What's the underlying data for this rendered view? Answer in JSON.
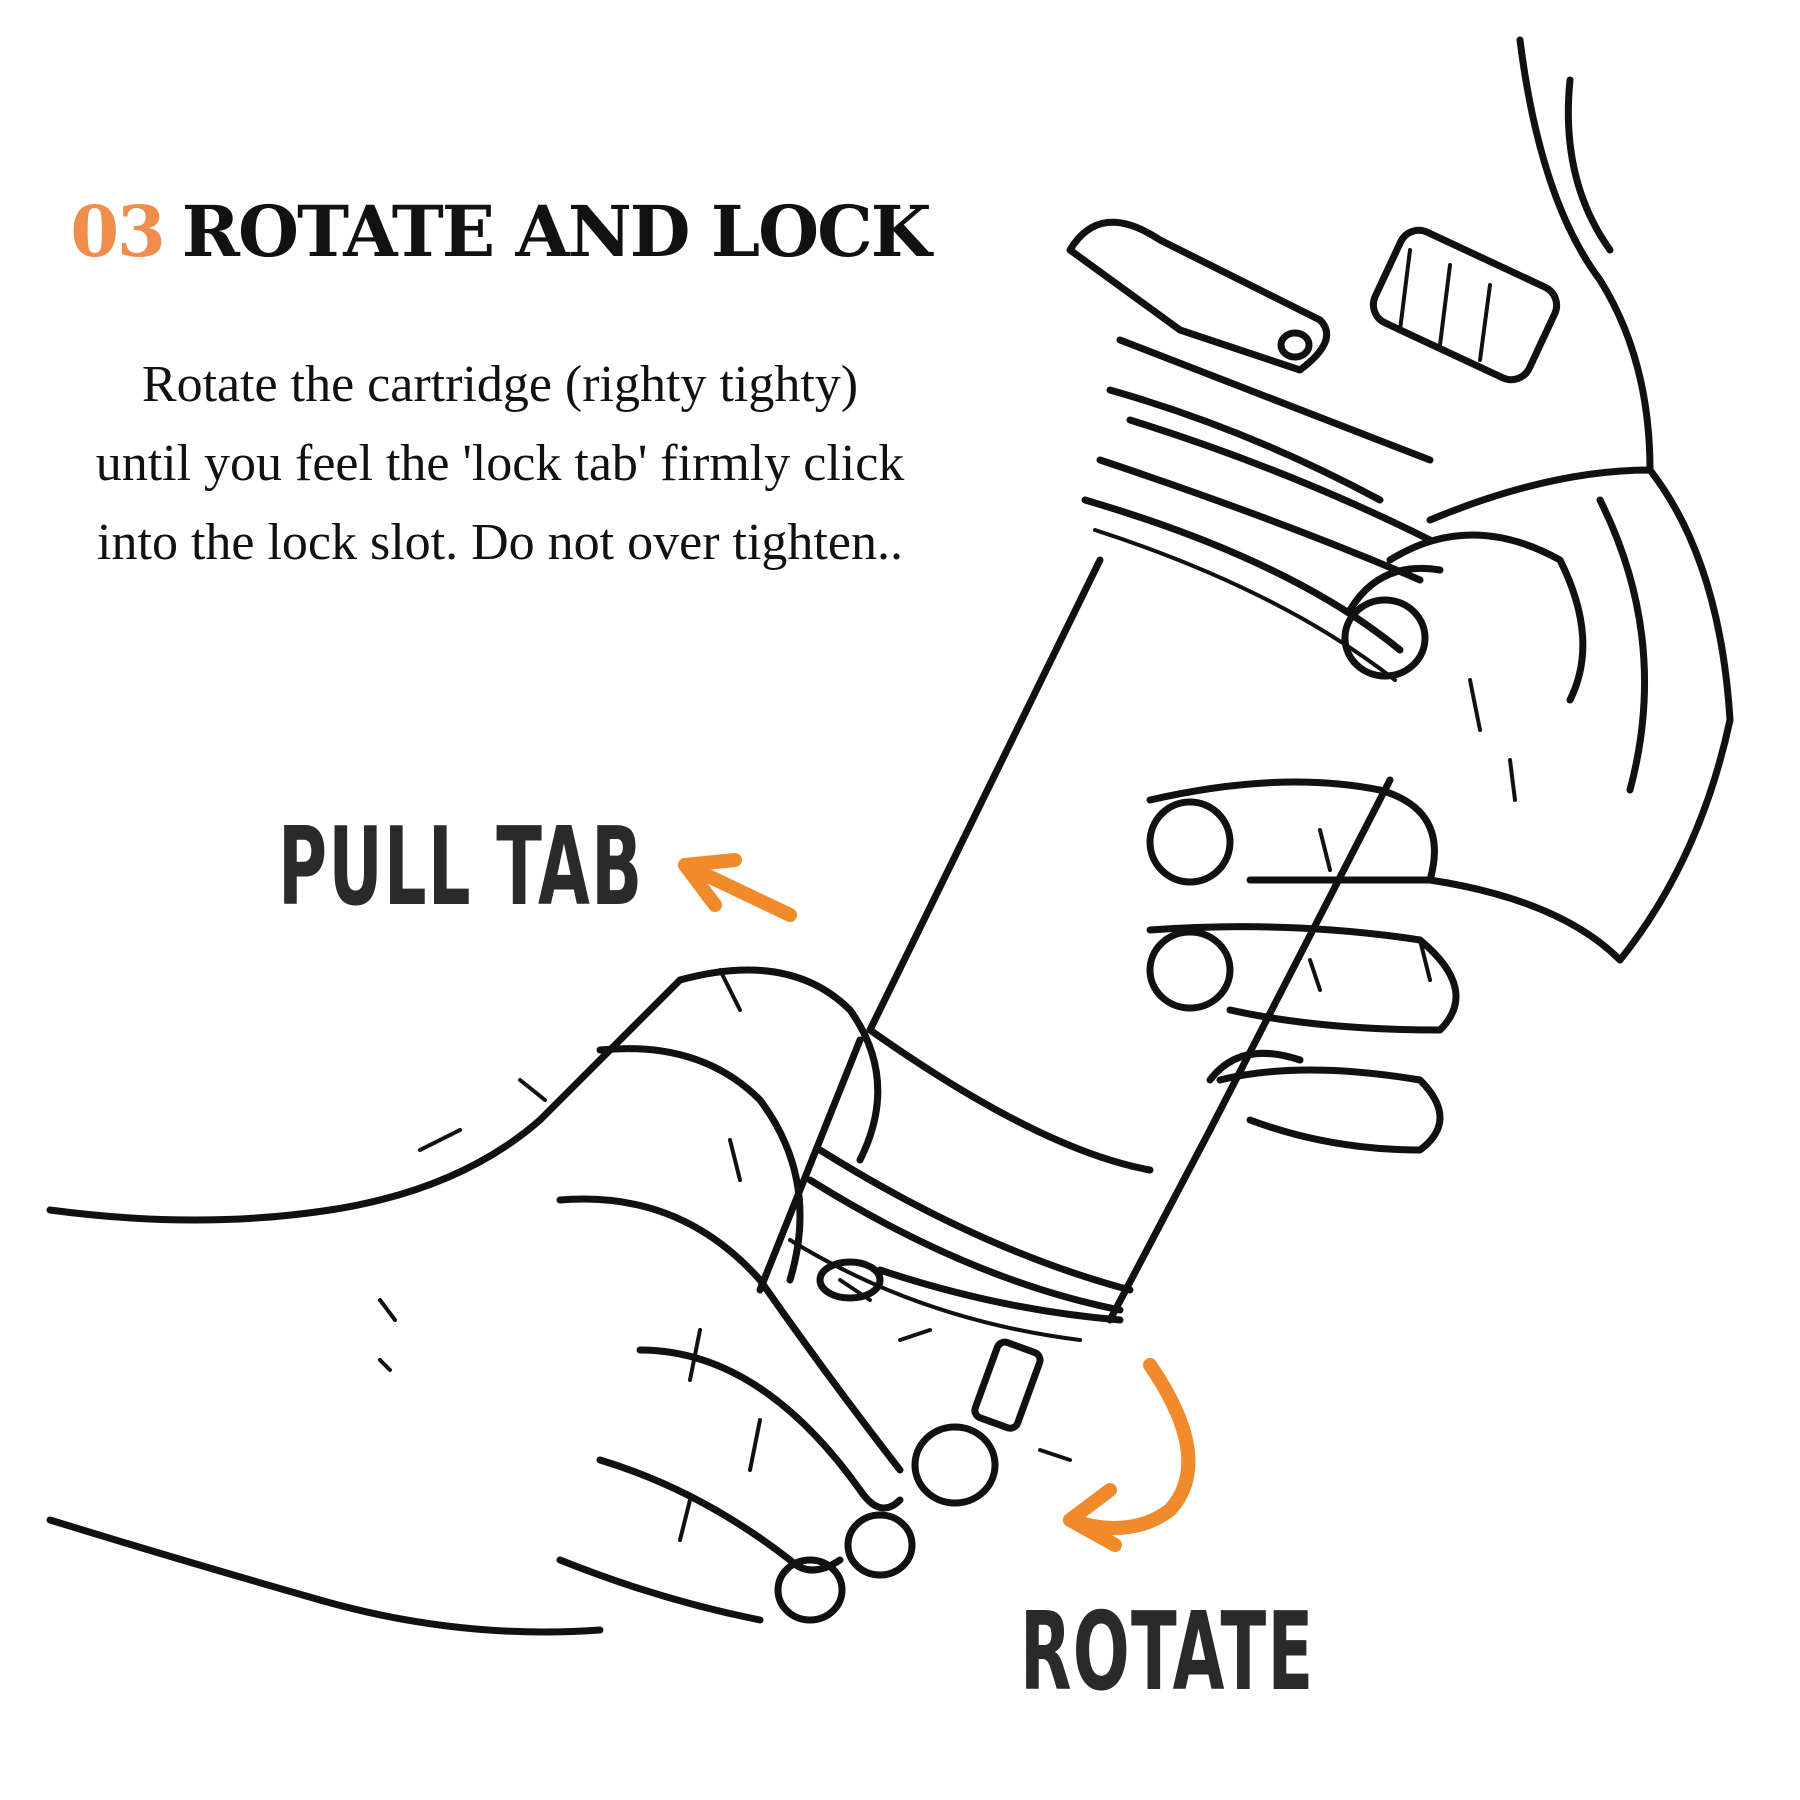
{
  "step": {
    "number": "03",
    "title": "ROTATE AND LOCK"
  },
  "instructions": {
    "line1": "Rotate the cartridge (righty tighty)",
    "line2": "until you feel the 'lock tab' firmly click",
    "line3": "into the lock slot. Do not over tighten.."
  },
  "labels": {
    "pull_tab": "PULL TAB",
    "rotate": "ROTATE"
  },
  "colors": {
    "accent": "#ef8d4c",
    "arrow": "#f08a2a",
    "text": "#111111"
  }
}
